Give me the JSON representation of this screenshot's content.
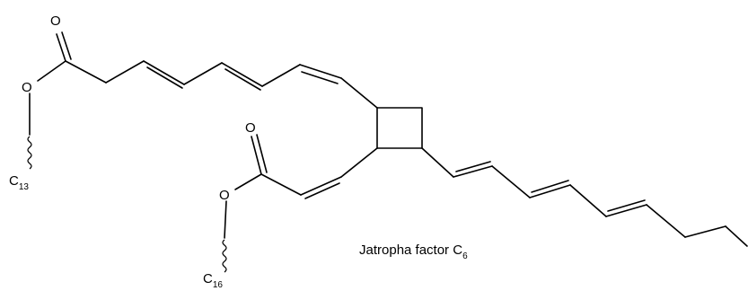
{
  "caption": {
    "text": "Jatropha factor C",
    "subscript": "6"
  },
  "atoms": {
    "carbonyl_oxygen_1": "O",
    "ester_oxygen_1": "O",
    "carbonyl_oxygen_2": "O",
    "ester_oxygen_2": "O",
    "attachment_1": {
      "symbol": "C",
      "subscript": "13"
    },
    "attachment_2": {
      "symbol": "C",
      "subscript": "16"
    }
  },
  "colors": {
    "ink": "#000000",
    "background": "#ffffff"
  }
}
